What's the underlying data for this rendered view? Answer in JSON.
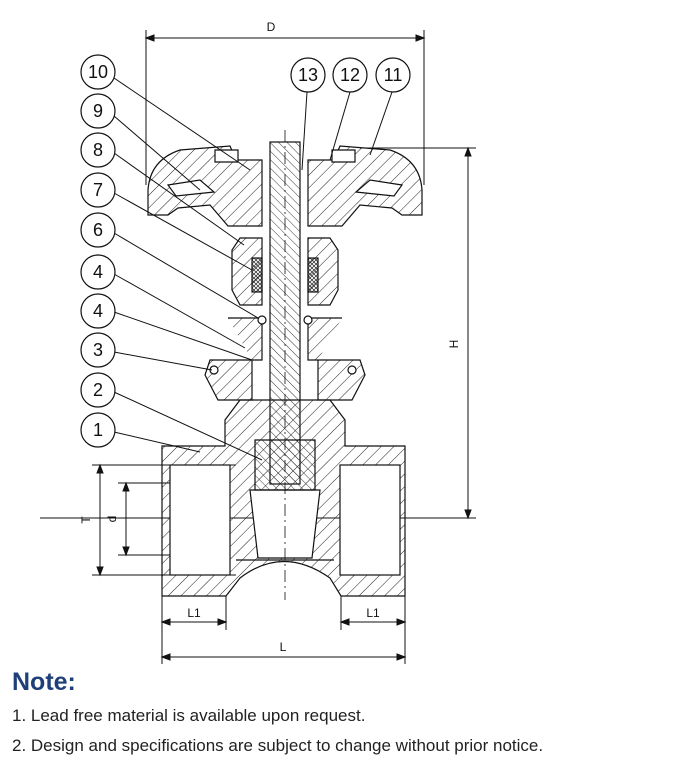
{
  "diagram": {
    "callouts": [
      "10",
      "9",
      "8",
      "7",
      "6",
      "4",
      "4",
      "3",
      "2",
      "1",
      "13",
      "12",
      "11"
    ],
    "dimensions": {
      "D": "D",
      "H": "H",
      "T": "T",
      "d": "d",
      "L1_left": "L1",
      "L1_right": "L1",
      "L": "L"
    }
  },
  "notes": {
    "title": "Note:",
    "items": [
      "1. Lead free material is available upon request.",
      "2. Design and specifications are subject to change without prior notice."
    ]
  },
  "colors": {
    "accent": "#1f3f78",
    "line": "#111111"
  }
}
